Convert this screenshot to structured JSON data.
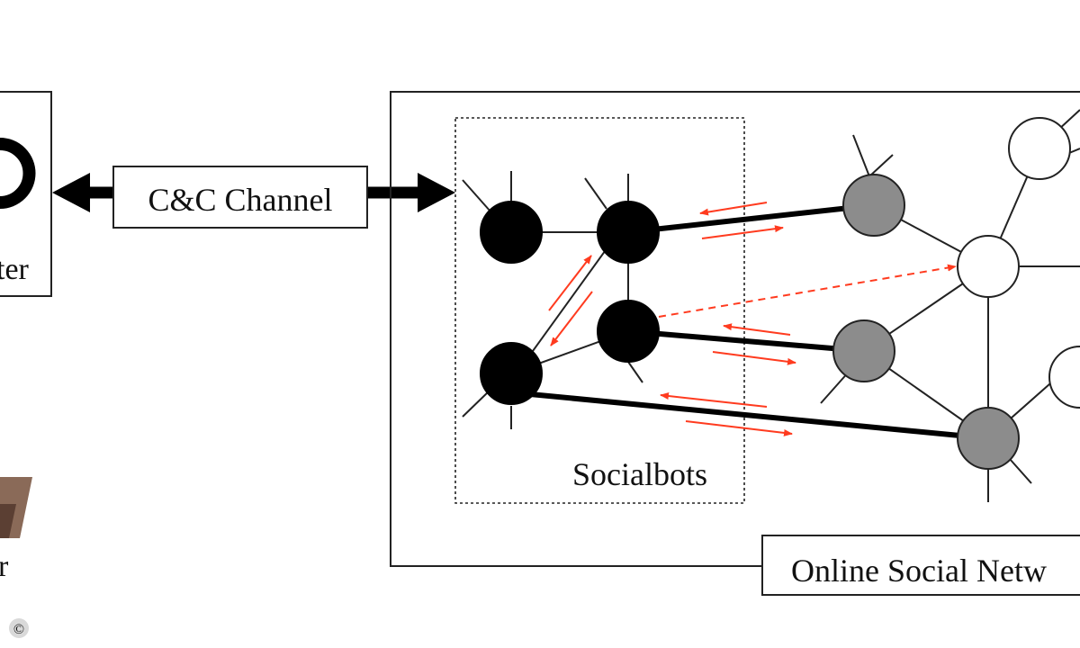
{
  "labels": {
    "botmaster_fragment": "ter",
    "user_fragment": "r",
    "cc_channel": "C&C Channel",
    "socialbots": "Socialbots",
    "osn_fragment": "Online Social Netw",
    "copyright": "©"
  },
  "colors": {
    "bot_node": "#000000",
    "infiltrated_node": "#8c8c8c",
    "regular_node": "#ffffff",
    "request_arrow": "#ff3b1f",
    "frame": "#222222"
  }
}
